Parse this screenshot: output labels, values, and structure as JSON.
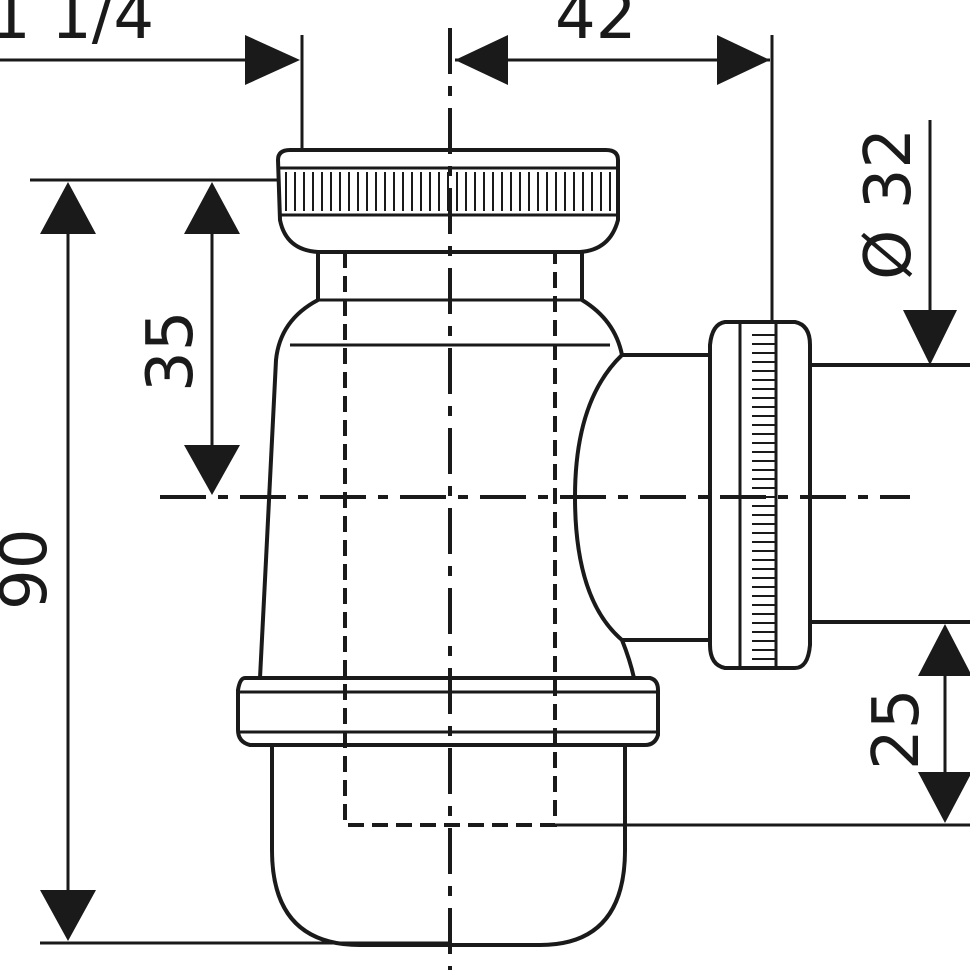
{
  "dimensions": {
    "thread": "1 1/4",
    "offset": "42",
    "outlet_diameter": "Ø 32",
    "cap_to_axis": "35",
    "total_height": "90",
    "outlet_to_tube": "25"
  },
  "colors": {
    "line": "#1a1a1a",
    "background": "#ffffff"
  }
}
